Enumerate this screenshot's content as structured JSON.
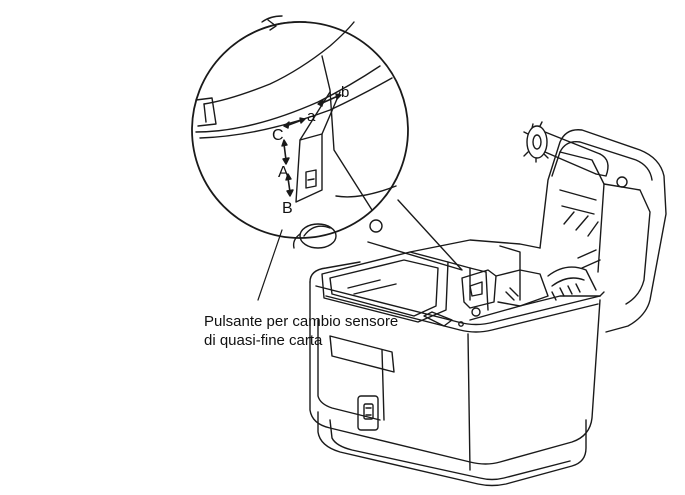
{
  "figure": {
    "subject": "thermal-receipt-printer-open-cover",
    "callout": {
      "line1": "Pulsante per cambio sensore",
      "line2": "di quasi-fine carta"
    },
    "detail_labels": {
      "A": "A",
      "B": "B",
      "C": "C",
      "a": "a",
      "b": "b"
    },
    "line_color": "#1a1a1a",
    "background": "#ffffff"
  }
}
